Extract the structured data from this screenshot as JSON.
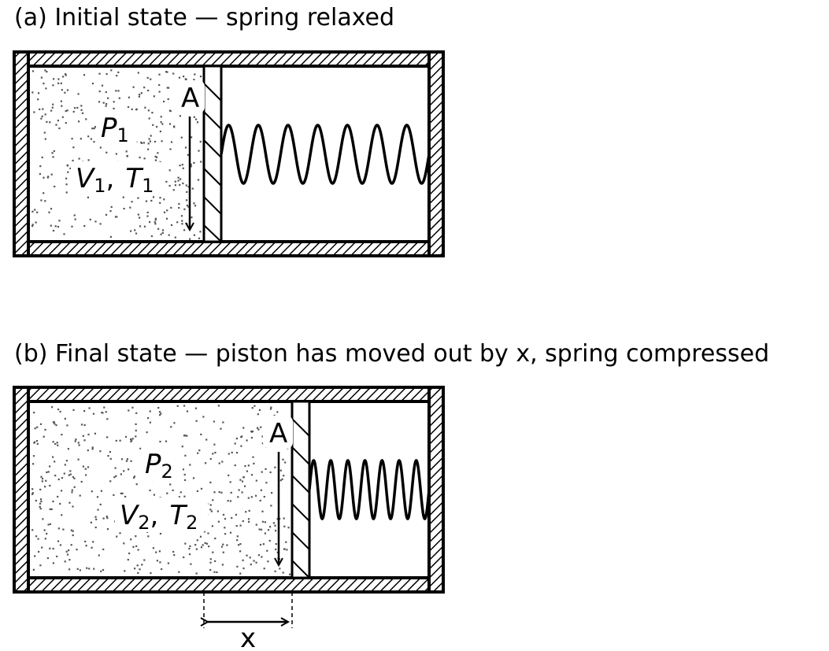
{
  "panel_a": {
    "caption": "(a)  Initial state — spring relaxed",
    "pressure": "P",
    "pressure_sub": "1",
    "volume": "V",
    "volume_sub": "1",
    "sep": ",",
    "temp": "T",
    "temp_sub": "1",
    "area": "A"
  },
  "panel_b": {
    "caption": "(b)  Final state — piston has moved out by x, spring compressed",
    "pressure": "P",
    "pressure_sub": "2",
    "volume": "V",
    "volume_sub": "2",
    "sep": ",",
    "temp": "T",
    "temp_sub": "2",
    "area": "A",
    "displacement": "x"
  },
  "colors": {
    "stroke": "#000000",
    "background": "#ffffff",
    "gas_dots": "#555555"
  }
}
